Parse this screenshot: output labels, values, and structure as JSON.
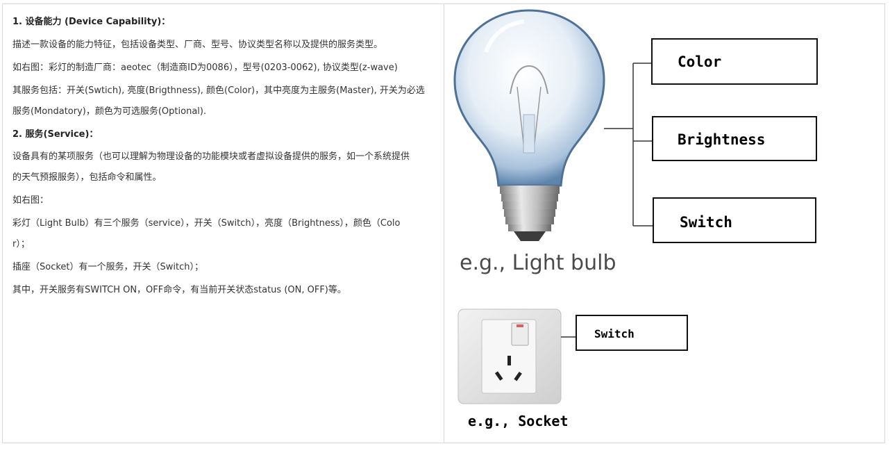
{
  "article": {
    "heading1": "1. 设备能力 (Device Capability)：",
    "p1": "描述一款设备的能力特征，包括设备类型、厂商、型号、协议类型名称以及提供的服务类型。",
    "p2": "如右图：彩灯的制造厂商：aeotec（制造商ID为0086），型号(0203-0062), 协议类型(z-wave)",
    "p3a": "其服务包括：开关(Swtich), 亮度(Brigthness), 颜色(Color)，其中亮度为主服务(Master), 开关为必选",
    "p3b": "服务(Mondatory)，颜色为可选服务(Optional).",
    "heading2": "2. 服务(Service)：",
    "p4a": "设备具有的某项服务（也可以理解为物理设备的功能模块或者虚拟设备提供的服务，如一个系统提供",
    "p4b": "的天气预报服务），包括命令和属性。",
    "p5": "如右图：",
    "p6a": "彩灯（Light Bulb）有三个服务（service），开关（Switch），亮度（Brightness），颜色（Colo",
    "p6b": "r）；",
    "p7": "插座（Socket）有一个服务，开关（Switch）；",
    "p8": "其中，开关服务有SWITCH ON，OFF命令，有当前开关状态status (ON, OFF)等。"
  },
  "diagram": {
    "bulb_services": [
      "Color",
      "Brightness",
      "Switch"
    ],
    "bulb_caption": "e.g., Light bulb",
    "socket_services": [
      "Switch"
    ],
    "socket_caption": "e.g.,  Socket"
  }
}
